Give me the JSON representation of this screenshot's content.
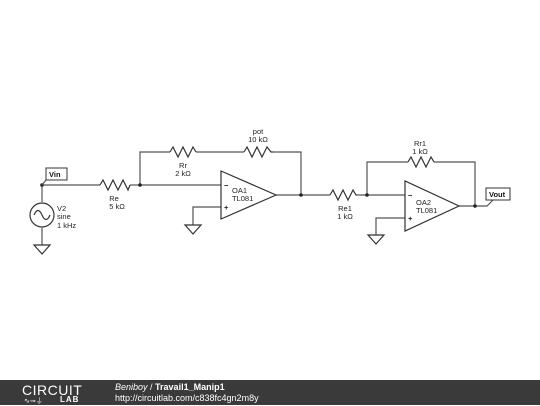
{
  "components": {
    "source": {
      "name": "V2",
      "type": "sine",
      "freq": "1 kHz"
    },
    "re": {
      "name": "Re",
      "value": "5 kΩ"
    },
    "rr": {
      "name": "Rr",
      "value": "2 kΩ"
    },
    "pot": {
      "name": "pot",
      "value": "10 kΩ"
    },
    "oa1": {
      "name": "OA1",
      "model": "TL081"
    },
    "re1": {
      "name": "Re1",
      "value": "1 kΩ"
    },
    "rr1": {
      "name": "Rr1",
      "value": "1 kΩ"
    },
    "oa2": {
      "name": "OA2",
      "model": "TL081"
    }
  },
  "labels": {
    "vin": "Vin",
    "vout": "Vout",
    "minus": "−",
    "plus": "+"
  },
  "footer": {
    "logo_main": "CIRCUIT",
    "logo_sub": "LAB",
    "logo_glyphs": "∿⊸⏚",
    "author": "Beniboy",
    "separator": " / ",
    "title": "Travail1_Manip1",
    "url": "http://circuitlab.com/c838fc4gn2m8y"
  }
}
